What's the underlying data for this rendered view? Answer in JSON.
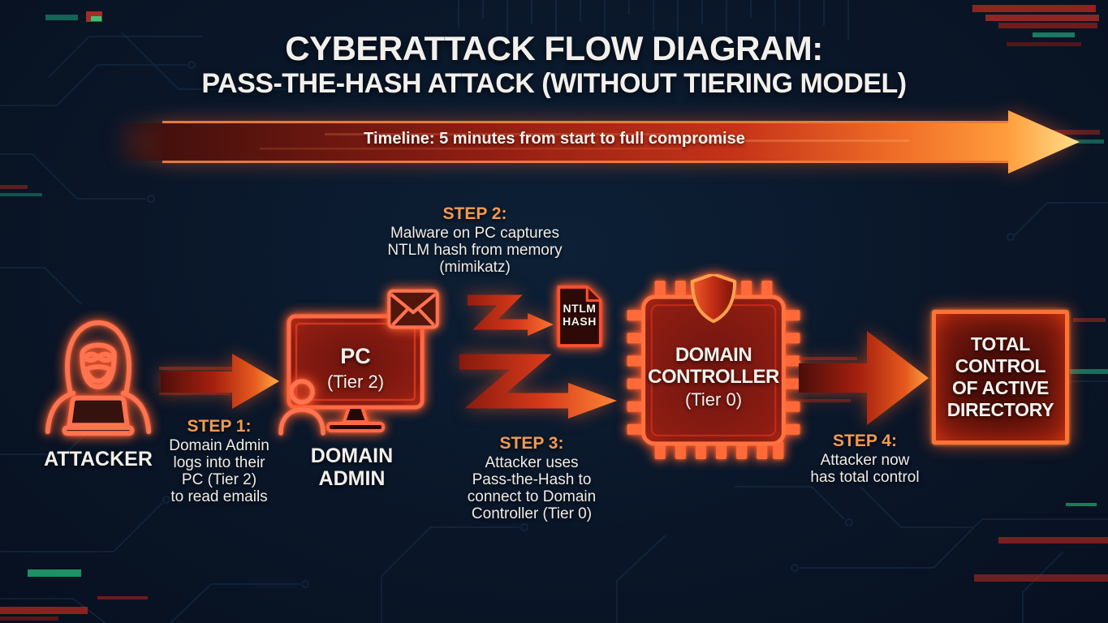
{
  "header": {
    "title_line1": "CYBERATTACK FLOW DIAGRAM:",
    "title_line2": "PASS-THE-HASH ATTACK (WITHOUT TIERING MODEL)"
  },
  "timeline": {
    "label": "Timeline: 5 minutes from start to full compromise"
  },
  "nodes": {
    "attacker": {
      "label": "ATTACKER"
    },
    "pc": {
      "name": "PC",
      "tier": "(Tier 2)"
    },
    "domain_admin": {
      "line1": "DOMAIN",
      "line2": "ADMIN"
    },
    "ntlm_hash": {
      "line1": "NTLM",
      "line2": "HASH"
    },
    "domain_controller": {
      "line1": "DOMAIN",
      "line2": "CONTROLLER",
      "tier": "(Tier 0)"
    },
    "total_control": {
      "line1": "TOTAL",
      "line2": "CONTROL",
      "line3": "OF ACTIVE",
      "line4": "DIRECTORY"
    }
  },
  "steps": [
    {
      "label": "STEP 1:",
      "lines": [
        "Domain Admin",
        "logs into their",
        "PC (Tier 2)",
        "to read emails"
      ]
    },
    {
      "label": "STEP 2:",
      "lines": [
        "Malware on PC captures",
        "NTLM hash from memory",
        "(mimikatz)"
      ]
    },
    {
      "label": "STEP 3:",
      "lines": [
        "Attacker uses",
        "Pass-the-Hash to",
        "connect to Domain",
        "Controller (Tier 0)"
      ]
    },
    {
      "label": "STEP 4:",
      "lines": [
        "Attacker now",
        "has total control"
      ]
    }
  ],
  "icons": [
    "hacker-icon",
    "monitor-icon",
    "envelope-icon",
    "user-icon",
    "zigzag-arrow-icon",
    "document-icon",
    "chip-icon",
    "shield-icon",
    "flow-arrow-icon",
    "timeline-arrow-icon"
  ],
  "colors": {
    "background": "#0a1628",
    "neon_red": "#ff6a45",
    "accent_orange": "#f29a52",
    "arrow_red": "#c22d16",
    "arrow_tip": "#ffc857",
    "panel_red_dark": "#5a110c",
    "panel_red": "#a32716",
    "text_white": "#f2efe9",
    "glitch_teal": "#2ad689",
    "glitch_red": "#c0291e"
  }
}
